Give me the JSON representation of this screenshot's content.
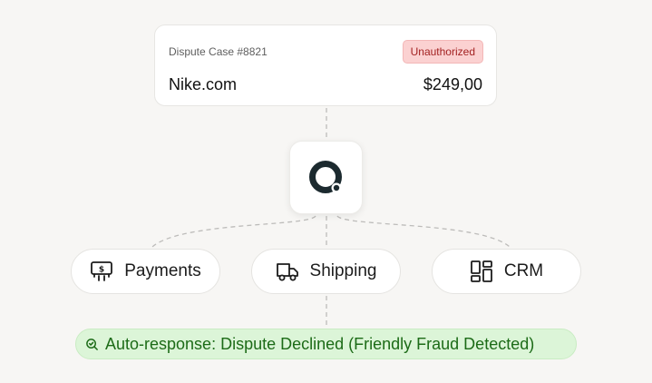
{
  "case": {
    "label": "Dispute Case #8821",
    "status": "Unauthorized",
    "merchant": "Nike.com",
    "amount": "$249,00"
  },
  "hub": {
    "icon": "q-logo-icon"
  },
  "sources": [
    {
      "label": "Payments",
      "icon": "payment-terminal-icon"
    },
    {
      "label": "Shipping",
      "icon": "truck-icon"
    },
    {
      "label": "CRM",
      "icon": "dashboard-layout-icon"
    }
  ],
  "result": {
    "text": "Auto-response: Dispute Declined (Friendly Fraud Detected)",
    "icon": "search-check-icon"
  },
  "colors": {
    "background": "#f7f6f4",
    "status_badge_bg": "#fbd1d1",
    "status_badge_text": "#a32222",
    "result_bg": "#dcf5d8",
    "result_text": "#1c6b17",
    "connector": "#bdbcba"
  }
}
